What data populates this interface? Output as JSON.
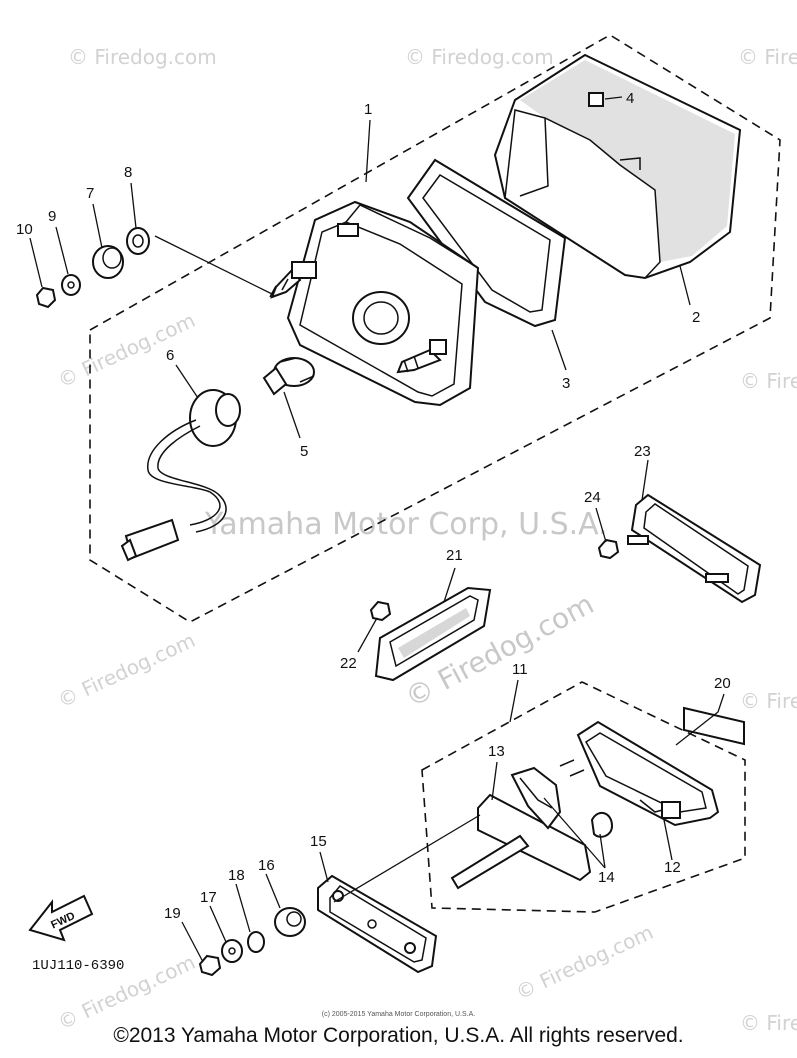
{
  "diagram": {
    "callouts": {
      "p1": "1",
      "p2": "2",
      "p3": "3",
      "p4": "4",
      "p5": "5",
      "p6": "6",
      "p7": "7",
      "p8": "8",
      "p9": "9",
      "p10": "10",
      "p11": "11",
      "p12": "12",
      "p13": "13",
      "p14": "14",
      "p15": "15",
      "p16": "16",
      "p17": "17",
      "p18": "18",
      "p19": "19",
      "p20": "20",
      "p21": "21",
      "p22": "22",
      "p23": "23",
      "p24": "24"
    },
    "fwd_label": "FWD",
    "diagram_code": "1UJ110-6390"
  },
  "watermarks": {
    "small": "© Firedog.com",
    "center": "Yamaha Motor Corp, U.S.A.",
    "diagonal": "© Firedog.com"
  },
  "footer": {
    "small_copyright": "(c) 2005-2015 Yamaha Motor Corporation, U.S.A.",
    "copyright": "©2013 Yamaha Motor Corporation, U.S.A. All rights reserved."
  }
}
